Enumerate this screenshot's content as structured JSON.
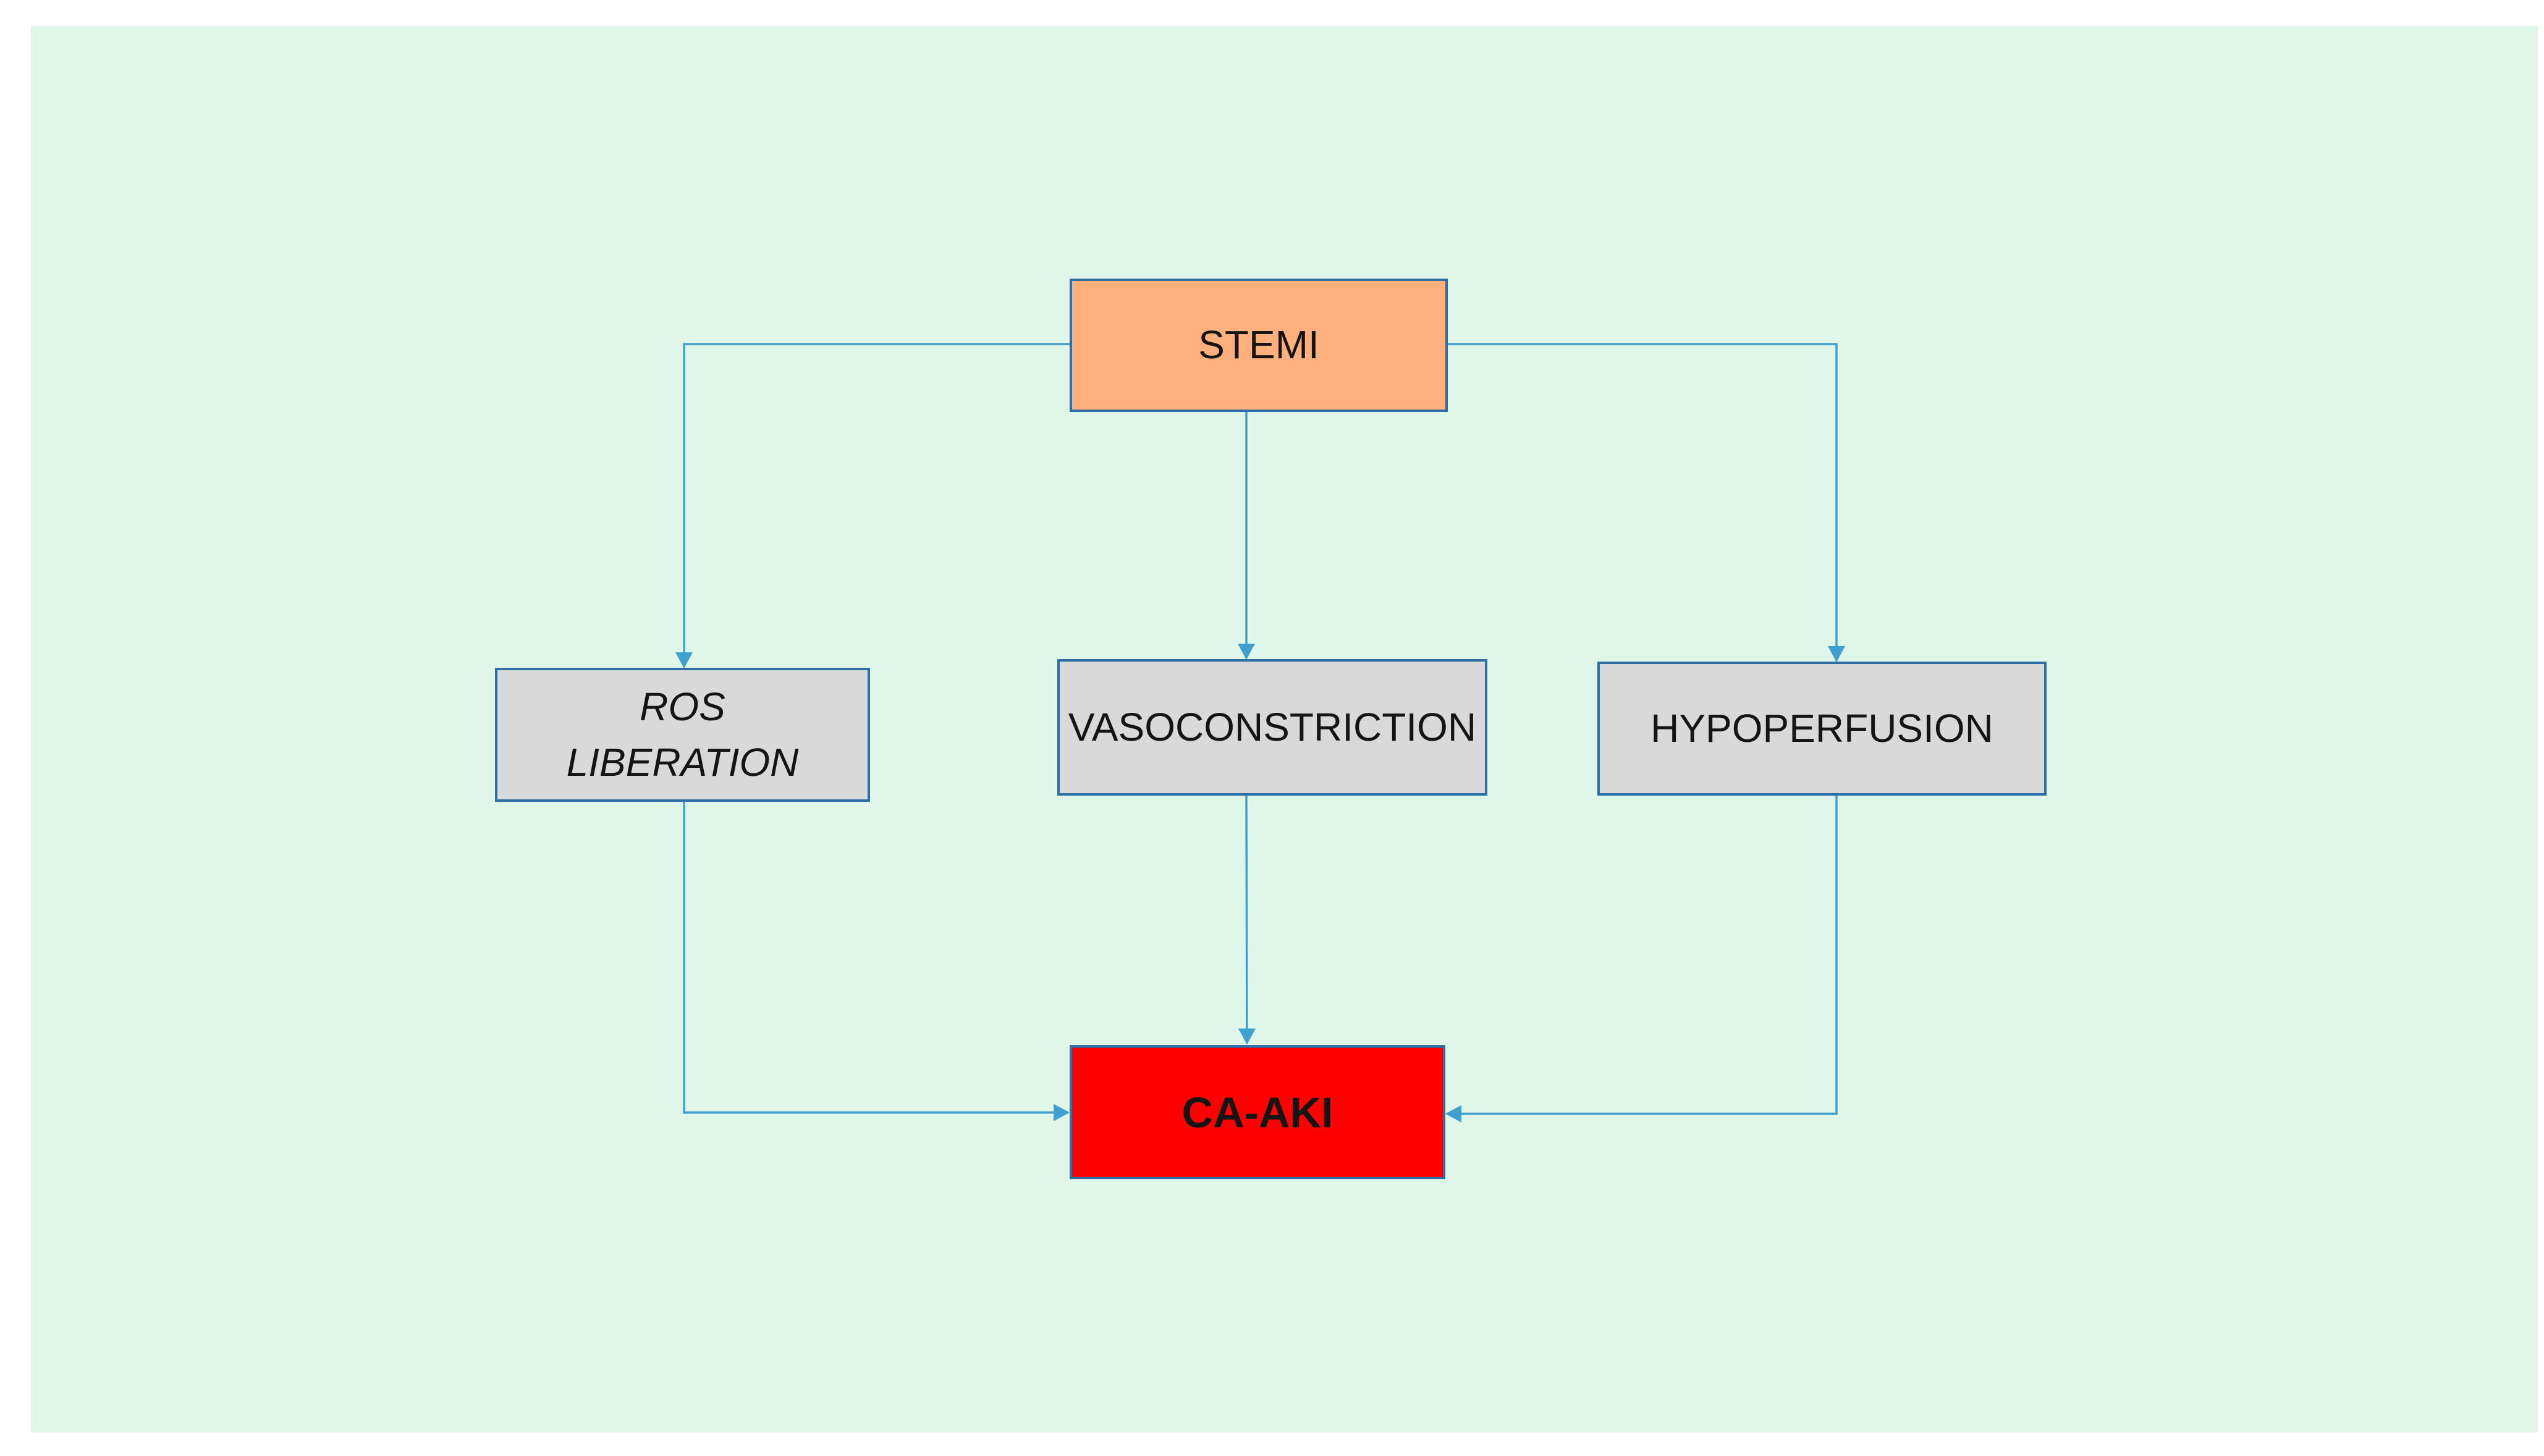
{
  "diagram": {
    "nodes": {
      "stemi": {
        "label": "STEMI",
        "fill": "#ffb07c"
      },
      "ros": {
        "line1": "ROS",
        "line2": "LIBERATION",
        "fill": "#d9d9d9"
      },
      "vasoconstriction": {
        "label": "VASOCONSTRICTION",
        "fill": "#d9d9d9"
      },
      "hypoperfusion": {
        "label": "HYPOPERFUSION",
        "fill": "#d9d9d9"
      },
      "ca_aki": {
        "label": "CA-AKI",
        "fill": "#ff0000"
      }
    },
    "edges": [
      {
        "from": "stemi",
        "to": "ros"
      },
      {
        "from": "stemi",
        "to": "vasoconstriction"
      },
      {
        "from": "stemi",
        "to": "hypoperfusion"
      },
      {
        "from": "ros",
        "to": "ca_aki"
      },
      {
        "from": "vasoconstriction",
        "to": "ca_aki"
      },
      {
        "from": "hypoperfusion",
        "to": "ca_aki"
      }
    ],
    "colors": {
      "background": "#e0f6e8",
      "connector": "#3fa0d0",
      "border": "#2e6fa7"
    }
  }
}
